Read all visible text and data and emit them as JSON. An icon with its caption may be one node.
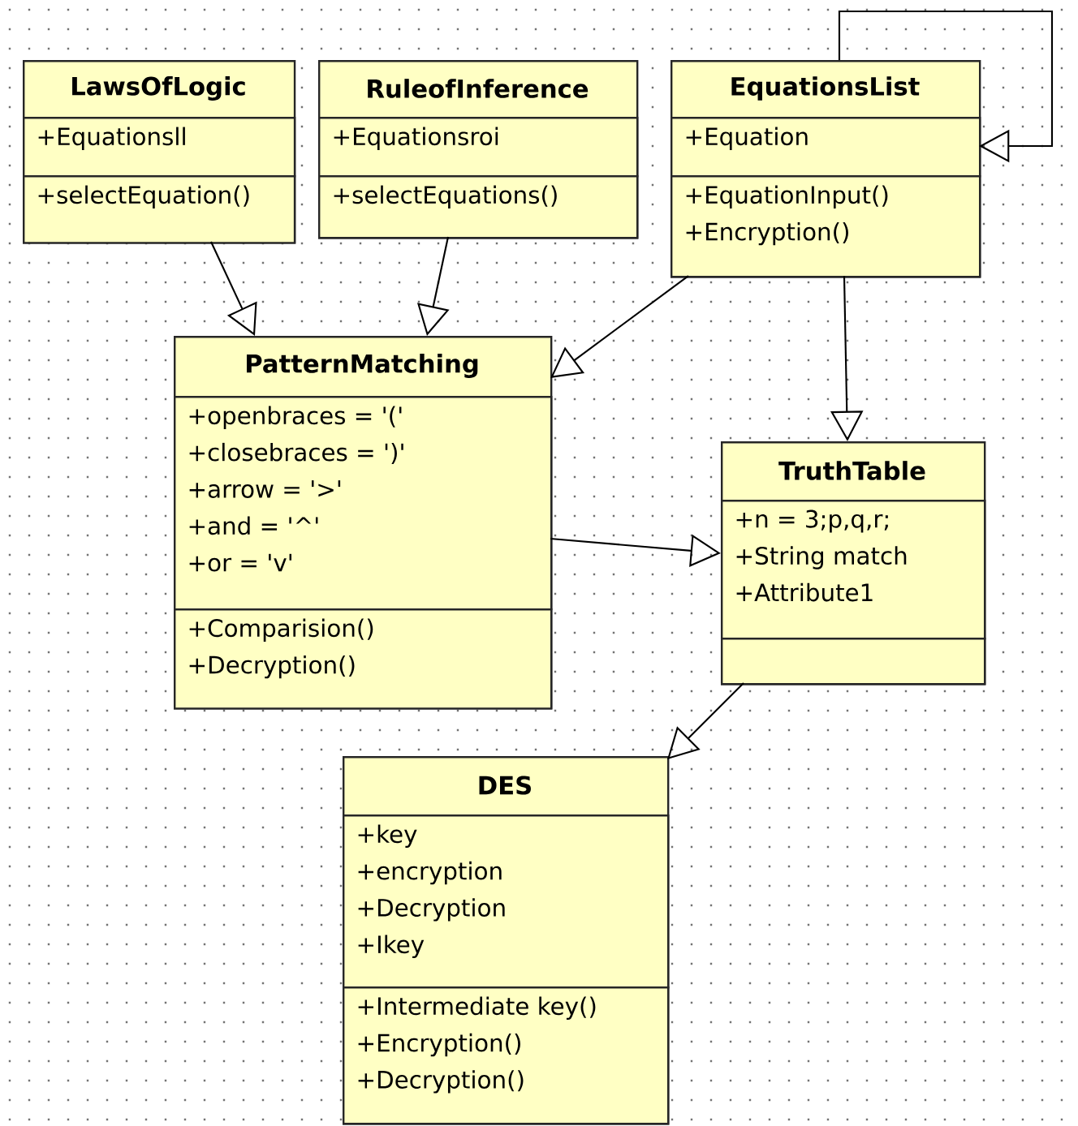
{
  "diagram": {
    "nodes": [
      {
        "text": [
          "LawsOfLogic"
        ]
      },
      {
        "text": [
          "+Equationsll"
        ],
        "in": 0
      },
      {
        "text": [
          "+selectEquation()"
        ],
        "in": 0
      },
      {
        "text": [
          "RuleofInference"
        ]
      },
      {
        "text": [
          "+Equationsroi"
        ],
        "in": 3
      },
      {
        "text": [
          "+selectEquations()"
        ],
        "in": 3
      },
      {
        "text": [
          "EquationsList"
        ]
      },
      {
        "text": [
          "+Equation"
        ],
        "in": 6
      },
      {
        "text": [
          "+EquationInput()",
          "+Encryption()"
        ],
        "in": 6
      },
      {
        "text": [
          "PatternMatching"
        ]
      },
      {
        "text": [
          "+openbraces = '('",
          "+closebraces = ')'",
          "+arrow = '>'",
          "+and = '^'",
          "+or = 'v'"
        ],
        "in": 9
      },
      {
        "text": [
          "+Comparision()",
          "+Decryption()"
        ],
        "in": 9
      },
      {
        "text": [
          "TruthTable"
        ]
      },
      {
        "text": [
          "+n = 3;p,q,r;",
          "+String match",
          "+Attribute1"
        ],
        "in": 12
      },
      {
        "text": [],
        "shape": "box",
        "in": 12
      },
      {
        "text": [
          "DES"
        ]
      },
      {
        "text": [
          "+key",
          "+encryption",
          "+Decryption",
          "+Ikey"
        ],
        "in": 15
      },
      {
        "text": [
          "+Intermediate key()",
          "+Encryption()",
          "+Decryption()"
        ],
        "in": 15
      }
    ],
    "edges": [
      {
        "from": 0,
        "to": 9,
        "arrow": "to"
      },
      {
        "from": 3,
        "to": 9,
        "arrow": "to"
      },
      {
        "from": 6,
        "to": 9,
        "arrow": "to"
      },
      {
        "from": 6,
        "to": 12,
        "arrow": "to"
      },
      {
        "from": 9,
        "to": 12,
        "arrow": "to"
      },
      {
        "from": 12,
        "to": 15,
        "arrow": "to"
      },
      {
        "from": 6,
        "to": 7,
        "arrow": "to"
      }
    ]
  }
}
